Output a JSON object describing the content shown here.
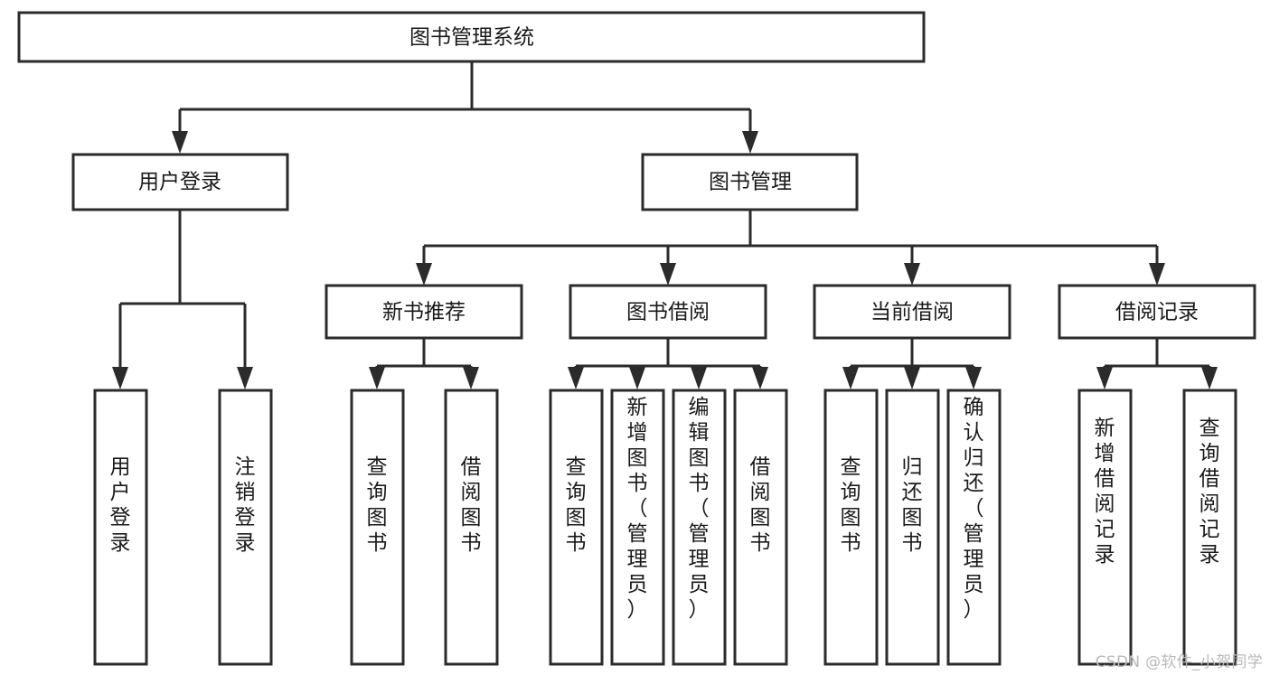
{
  "diagram": {
    "type": "tree",
    "orientation": "top-down",
    "title": "图书管理系统",
    "watermark": "CSDN @软件_小贺同学",
    "colors": {
      "box_stroke": "#2b2b2b",
      "box_fill": "#ffffff",
      "connector": "#2b2b2b",
      "text": "#1a1a1a",
      "background": "#ffffff",
      "watermark": "#b9b9b9"
    },
    "nodes": {
      "root": {
        "label": "图书管理系统"
      },
      "level1": [
        {
          "id": "user-login",
          "label": "用户登录"
        },
        {
          "id": "book-manage",
          "label": "图书管理"
        }
      ],
      "level2": [
        {
          "id": "new-book-recommend",
          "label": "新书推荐",
          "parent": "book-manage"
        },
        {
          "id": "book-borrow",
          "label": "图书借阅",
          "parent": "book-manage"
        },
        {
          "id": "current-borrow",
          "label": "当前借阅",
          "parent": "book-manage"
        },
        {
          "id": "borrow-record",
          "label": "借阅记录",
          "parent": "book-manage"
        }
      ],
      "leaves": [
        {
          "id": "leaf-user-login",
          "label": "用户登录",
          "parent": "user-login"
        },
        {
          "id": "leaf-user-logout",
          "label": "注销登录",
          "parent": "user-login"
        },
        {
          "id": "leaf-query-book-1",
          "label": "查询图书",
          "parent": "new-book-recommend"
        },
        {
          "id": "leaf-borrow-book-1",
          "label": "借阅图书",
          "parent": "new-book-recommend"
        },
        {
          "id": "leaf-query-book-2",
          "label": "查询图书",
          "parent": "book-borrow"
        },
        {
          "id": "leaf-add-book",
          "label": "新增图书（管理员）",
          "parent": "book-borrow"
        },
        {
          "id": "leaf-edit-book",
          "label": "编辑图书（管理员）",
          "parent": "book-borrow"
        },
        {
          "id": "leaf-borrow-book-2",
          "label": "借阅图书",
          "parent": "book-borrow"
        },
        {
          "id": "leaf-query-book-3",
          "label": "查询图书",
          "parent": "current-borrow"
        },
        {
          "id": "leaf-return-book",
          "label": "归还图书",
          "parent": "current-borrow"
        },
        {
          "id": "leaf-confirm-return",
          "label": "确认归还（管理员）",
          "parent": "current-borrow"
        },
        {
          "id": "leaf-add-record",
          "label": "新增借阅记录",
          "parent": "borrow-record"
        },
        {
          "id": "leaf-query-record",
          "label": "查询借阅记录",
          "parent": "borrow-record"
        }
      ]
    }
  }
}
